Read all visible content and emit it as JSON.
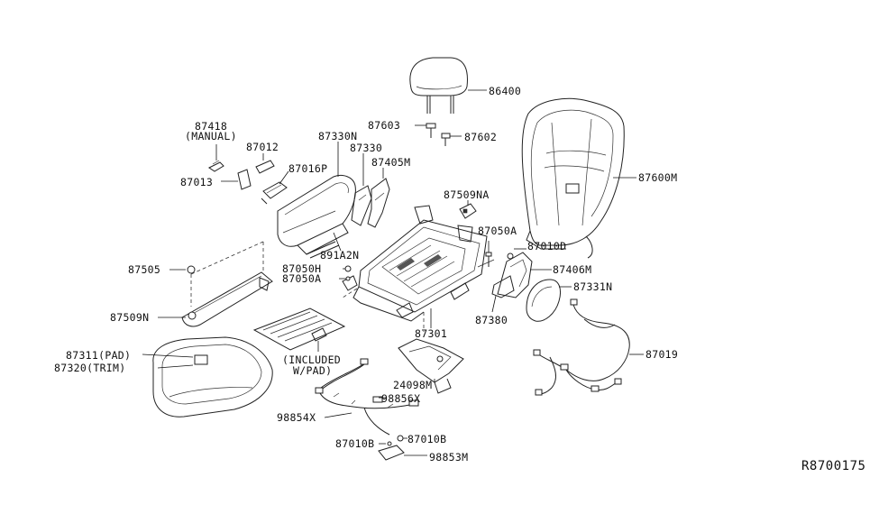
{
  "diagram_id": "R8700175",
  "labels": {
    "p86400": "86400",
    "p87603": "87603",
    "p87602": "87602",
    "p87600M": "87600M",
    "p87418": "87418",
    "p87418_manual": "(MANUAL)",
    "p87012": "87012",
    "p87330N": "87330N",
    "p87330": "87330",
    "p87405M": "87405M",
    "p87016P": "87016P",
    "p87013": "87013",
    "p87509NA": "87509NA",
    "p87050A_top": "87050A",
    "p87010D": "87010D",
    "p891A2N": "891A2N",
    "p87505": "87505",
    "p87050H": "87050H",
    "p87050A": "87050A",
    "p87406M": "87406M",
    "p87331N": "87331N",
    "p87380": "87380",
    "p87509N": "87509N",
    "p87301": "87301",
    "p87019": "87019",
    "p87311": "87311(PAD)",
    "p87320": "87320(TRIM)",
    "included_1": "(INCLUDED",
    "included_2": "W/PAD)",
    "p24098M": "24098M",
    "p98856X": "98856X",
    "p98854X": "98854X",
    "p87010B_left": "87010B",
    "p87010B_right": "87010B",
    "p98853M": "98853M"
  }
}
